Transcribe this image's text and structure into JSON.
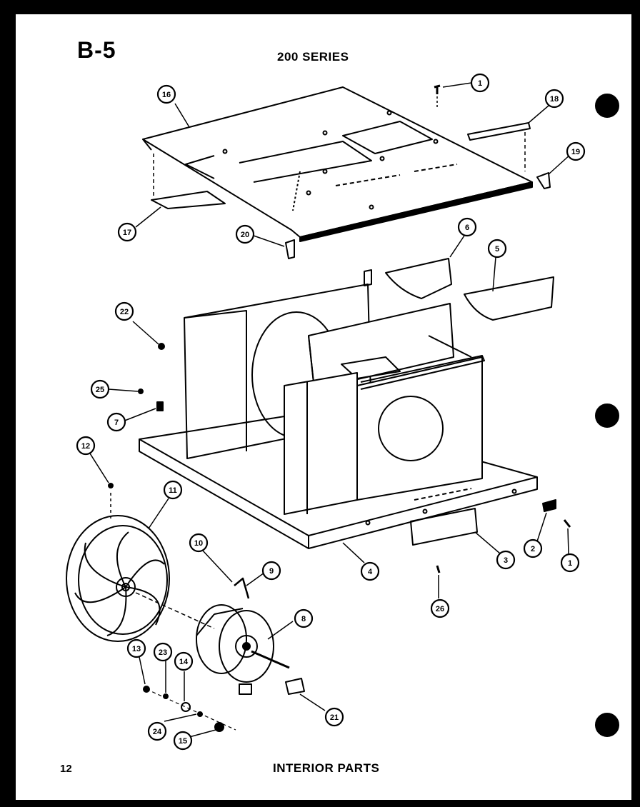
{
  "header": {
    "page_code": "B-5",
    "series": "200 SERIES"
  },
  "footer": {
    "page_number": "12",
    "title": "INTERIOR PARTS"
  },
  "callouts": [
    {
      "id": "c-1a",
      "label": "1"
    },
    {
      "id": "c-16a",
      "label": "16"
    },
    {
      "id": "c-18",
      "label": "18"
    },
    {
      "id": "c-19",
      "label": "19"
    },
    {
      "id": "c-17",
      "label": "17"
    },
    {
      "id": "c-20",
      "label": "20"
    },
    {
      "id": "c-6",
      "label": "6"
    },
    {
      "id": "c-5",
      "label": "5"
    },
    {
      "id": "c-22",
      "label": "22"
    },
    {
      "id": "c-25",
      "label": "25"
    },
    {
      "id": "c-7",
      "label": "7"
    },
    {
      "id": "c-12",
      "label": "12"
    },
    {
      "id": "c-11",
      "label": "11"
    },
    {
      "id": "c-10",
      "label": "10"
    },
    {
      "id": "c-9",
      "label": "9"
    },
    {
      "id": "c-4",
      "label": "4"
    },
    {
      "id": "c-3",
      "label": "3"
    },
    {
      "id": "c-2",
      "label": "2"
    },
    {
      "id": "c-1b",
      "label": "1"
    },
    {
      "id": "c-26",
      "label": "26"
    },
    {
      "id": "c-8",
      "label": "8"
    },
    {
      "id": "c-13",
      "label": "13"
    },
    {
      "id": "c-23",
      "label": "23"
    },
    {
      "id": "c-14",
      "label": "14"
    },
    {
      "id": "c-21",
      "label": "21"
    },
    {
      "id": "c-24",
      "label": "24"
    },
    {
      "id": "c-15",
      "label": "15"
    }
  ]
}
